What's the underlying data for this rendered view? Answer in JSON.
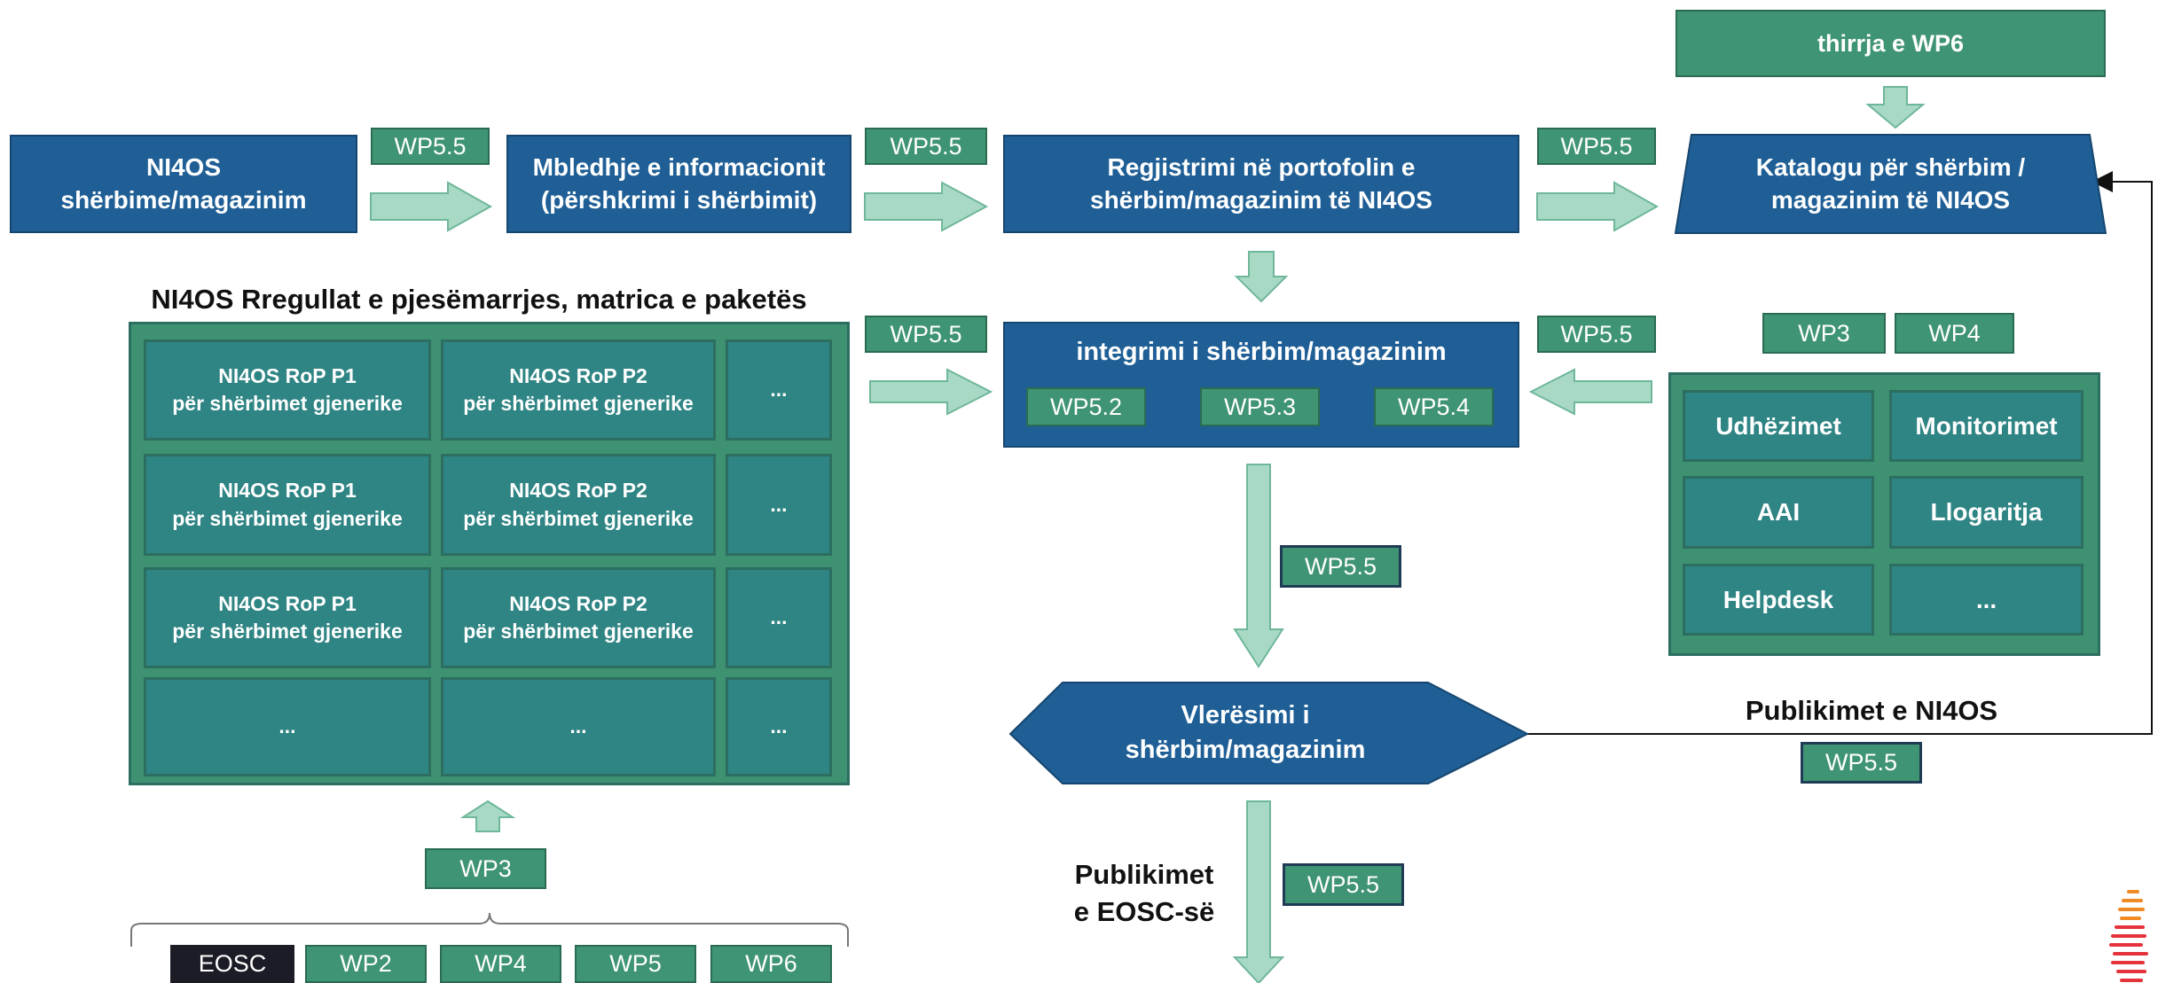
{
  "top": {
    "source_line1": "NI4OS",
    "source_line2": "shërbime/magazinim",
    "collect_line1": "Mbledhje e informacionit",
    "collect_line2": "(përshkrimi i shërbimit)",
    "register_line1": "Regjistrimi në portofolin e",
    "register_line2": "shërbim/magazinim të NI4OS",
    "catalog_line1": "Katalogu për shërbim /",
    "catalog_line2": "magazinim të NI4OS",
    "wp6_call": "thirrja e WP6",
    "tag1": "WP5.5",
    "tag2": "WP5.5",
    "tag3": "WP5.5"
  },
  "rules": {
    "title": "NI4OS Rregullat e pjesëmarrjes, matrica e paketës",
    "p1_line1": "NI4OS RoP P1",
    "p1_line2": "për shërbimet gjenerike",
    "p2_line1": "NI4OS RoP P2",
    "p2_line2": "për shërbimet gjenerike",
    "ellipsis": "...",
    "wp3_tag": "WP3",
    "contributors": [
      "EOSC",
      "WP2",
      "WP4",
      "WP5",
      "WP6"
    ]
  },
  "integration": {
    "title": "integrimi i shërbim/magazinim",
    "subtags": [
      "WP5.2",
      "WP5.3",
      "WP5.4"
    ],
    "left_tag": "WP5.5",
    "right_tag": "WP5.5",
    "down_tag": "WP5.5"
  },
  "support": {
    "tags": [
      "WP3",
      "WP4"
    ],
    "cells": [
      "Udhëzimet",
      "Monitorimet",
      "AAI",
      "Llogaritja",
      "Helpdesk",
      "..."
    ]
  },
  "evaluation": {
    "line1": "Vlerësimi i",
    "line2": "shërbim/magazinim",
    "publications_ni4os": "Publikimet e NI4OS",
    "publications_tag": "WP5.5",
    "eosc_line1": "Publikimet",
    "eosc_line2": "e EOSC-së",
    "eosc_tag": "WP5.5"
  },
  "colors": {
    "box_blue": "#1f5f96",
    "tag_green": "#3f9473",
    "cell_teal": "#2f8484",
    "arrow_mint": "#a8d9c4",
    "logo_orange": "#f08a24"
  }
}
